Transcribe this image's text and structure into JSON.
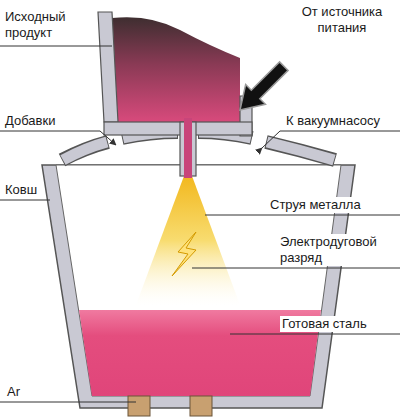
{
  "diagram": {
    "labels": [
      "Исходный продукт",
      "От источника питания",
      "Добавки",
      "К вакуумнасосу",
      "Ковш",
      "Струя металла",
      "Электродуговой разряд",
      "Готовая сталь",
      "Ar"
    ]
  }
}
